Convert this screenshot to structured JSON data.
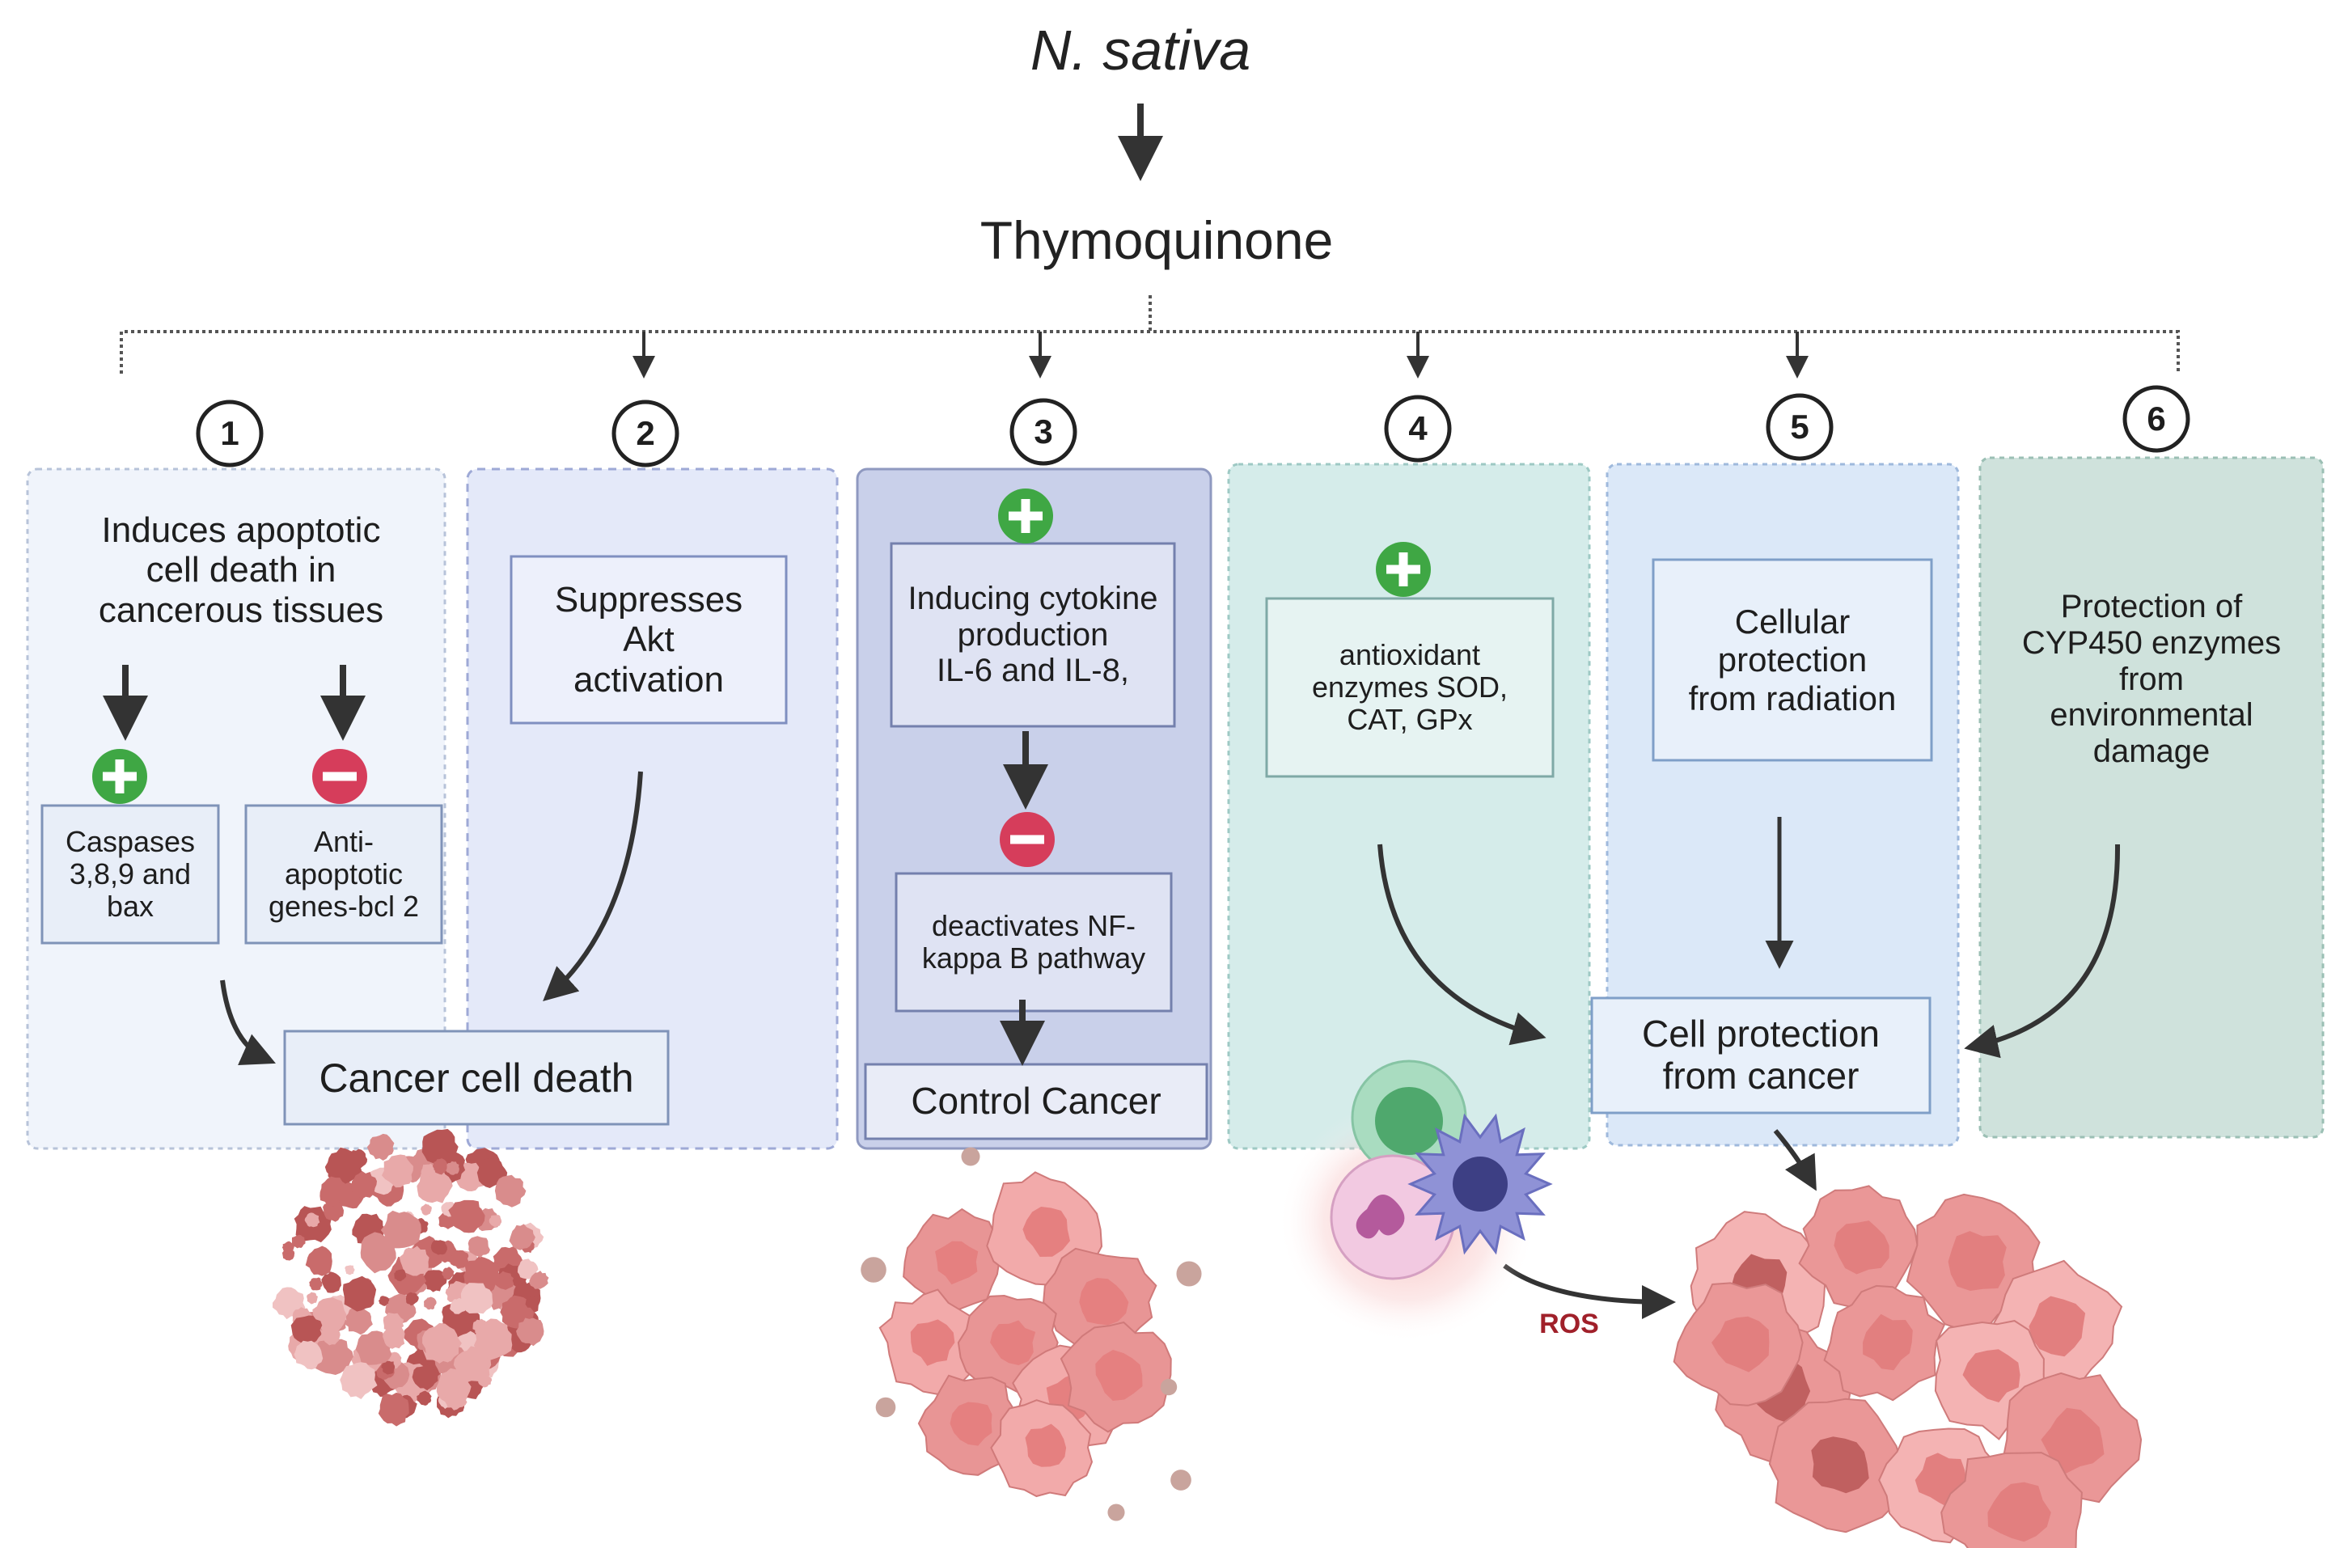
{
  "header": {
    "source": "N. sativa",
    "compound": "Thymoquinone"
  },
  "pathways": [
    {
      "number": "1",
      "description": "Induces apoptotic\ncell death in\ncancerous tissues",
      "upregulated": "Caspases\n3,8,9 and\nbax",
      "downregulated": "Anti-\napoptotic\ngenes-bcl 2"
    },
    {
      "number": "2",
      "description": "Suppresses\nAkt\nactivation"
    },
    {
      "number": "3",
      "upregulated": "Inducing cytokine\nproduction\nIL-6 and IL-8,",
      "downregulated": "deactivates NF-\nkappa B pathway",
      "outcome": "Control Cancer"
    },
    {
      "number": "4",
      "upregulated": "antioxidant\nenzymes SOD,\nCAT, GPx"
    },
    {
      "number": "5",
      "description": "Cellular\nprotection\nfrom radiation"
    },
    {
      "number": "6",
      "description": "Protection of\nCYP450 enzymes\nfrom\nenvironmental\ndamage"
    }
  ],
  "outcomes": {
    "cancer_cell_death": "Cancer cell death",
    "cell_protection": "Cell protection\nfrom cancer"
  },
  "ros_label": "ROS",
  "colors": {
    "panel1": "#f0f4fb",
    "panel2": "#e4e9f9",
    "panel3": "#c9d0ea",
    "panel4": "#d5ecea",
    "panel5": "#dbe8f8",
    "panel6": "#cfe2dc",
    "plus": "#3fa744",
    "minus": "#d63d5b",
    "arrow": "#3a3a3a",
    "cell_fill": "#eb8f8f",
    "cell_dark": "#c95a5a"
  },
  "icons": [
    "plus-icon",
    "minus-icon",
    "arrow-icon",
    "cancer-cell-cluster",
    "immune-cell-group"
  ]
}
